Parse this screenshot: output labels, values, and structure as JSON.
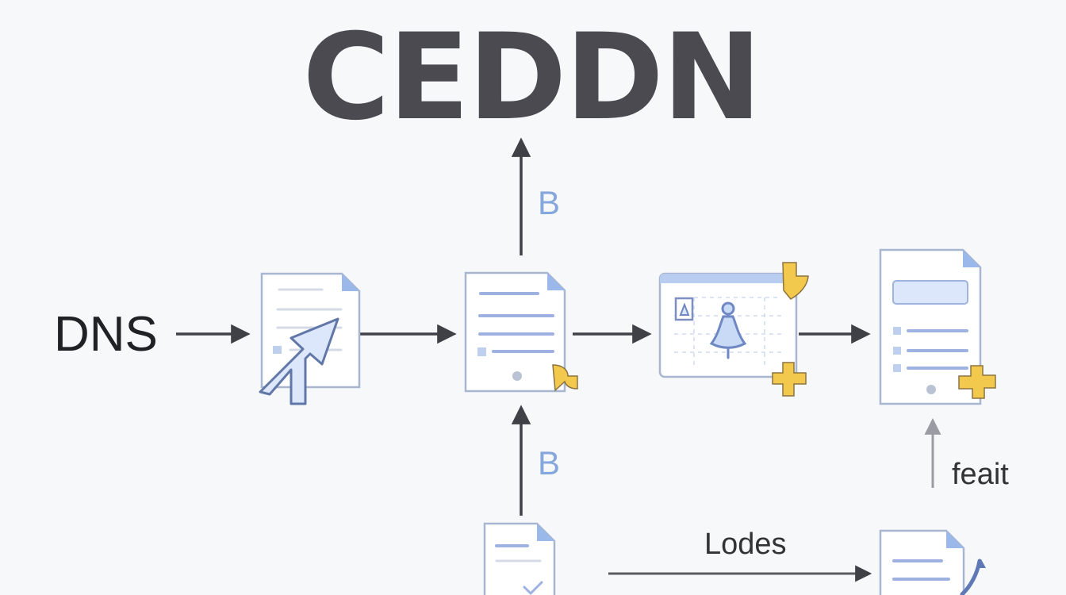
{
  "title": "CEDDN",
  "labels": {
    "dns": "DNS",
    "branch_top": "B",
    "branch_bottom": "B",
    "feait": "feait",
    "lodes": "Lodes"
  },
  "icons": {
    "document_cursor": "document-with-cursor-icon",
    "document": "document-icon",
    "browser_bell": "browser-bell-icon",
    "form_document": "form-document-icon",
    "check_document": "check-document-icon",
    "partial_document": "partial-document-icon"
  },
  "colors": {
    "accent_blue": "#86a7de",
    "arrow_gray": "#3f4146",
    "highlight_gold": "#f2c94c"
  }
}
